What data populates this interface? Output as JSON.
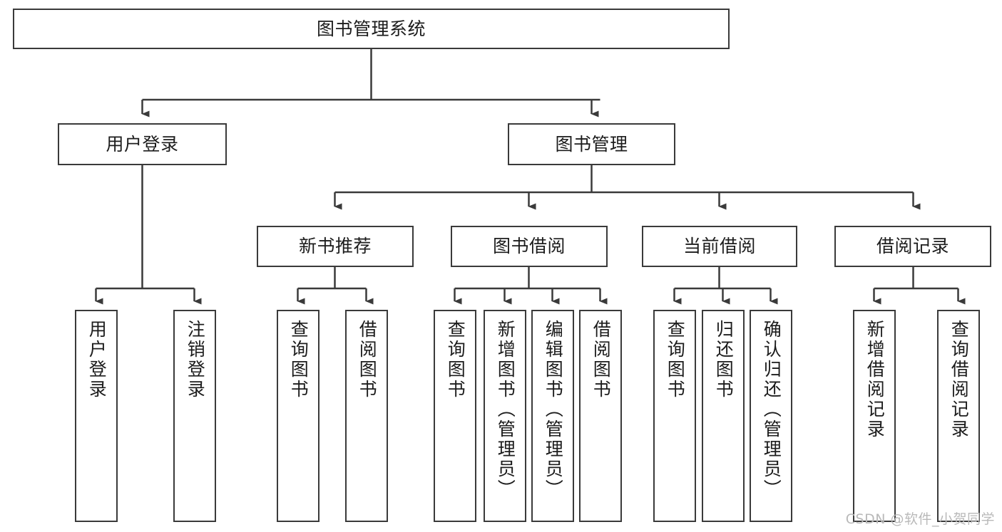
{
  "diagram": {
    "title": "图书管理系统",
    "type": "hierarchy-tree",
    "colors": {
      "box_border": "#3a3a3a",
      "box_fill": "#ffffff",
      "edge": "#3a3a3a",
      "text": "#1c1c1c",
      "watermark": "#b9b9b9",
      "background": "#ffffff"
    },
    "watermark": "CSDN @软件_小贺同学",
    "levels": {
      "root": {
        "label": "图书管理系统"
      },
      "level2": [
        {
          "label": "用户登录"
        },
        {
          "label": "图书管理"
        }
      ],
      "level3": [
        {
          "label": "新书推荐"
        },
        {
          "label": "图书借阅"
        },
        {
          "label": "当前借阅"
        },
        {
          "label": "借阅记录"
        }
      ],
      "leaves": {
        "user_login": [
          {
            "label": "用户登录"
          },
          {
            "label": "注销登录"
          }
        ],
        "new_book_recommend": [
          {
            "label": "查询图书"
          },
          {
            "label": "借阅图书"
          }
        ],
        "book_borrow": [
          {
            "label": "查询图书"
          },
          {
            "label": "新增图书（管理员）"
          },
          {
            "label": "编辑图书（管理员）"
          },
          {
            "label": "借阅图书"
          }
        ],
        "current_borrow": [
          {
            "label": "查询图书"
          },
          {
            "label": "归还图书"
          },
          {
            "label": "确认归还（管理员）"
          }
        ],
        "borrow_record": [
          {
            "label": "新增借阅记录"
          },
          {
            "label": "查询借阅记录"
          }
        ]
      }
    }
  }
}
